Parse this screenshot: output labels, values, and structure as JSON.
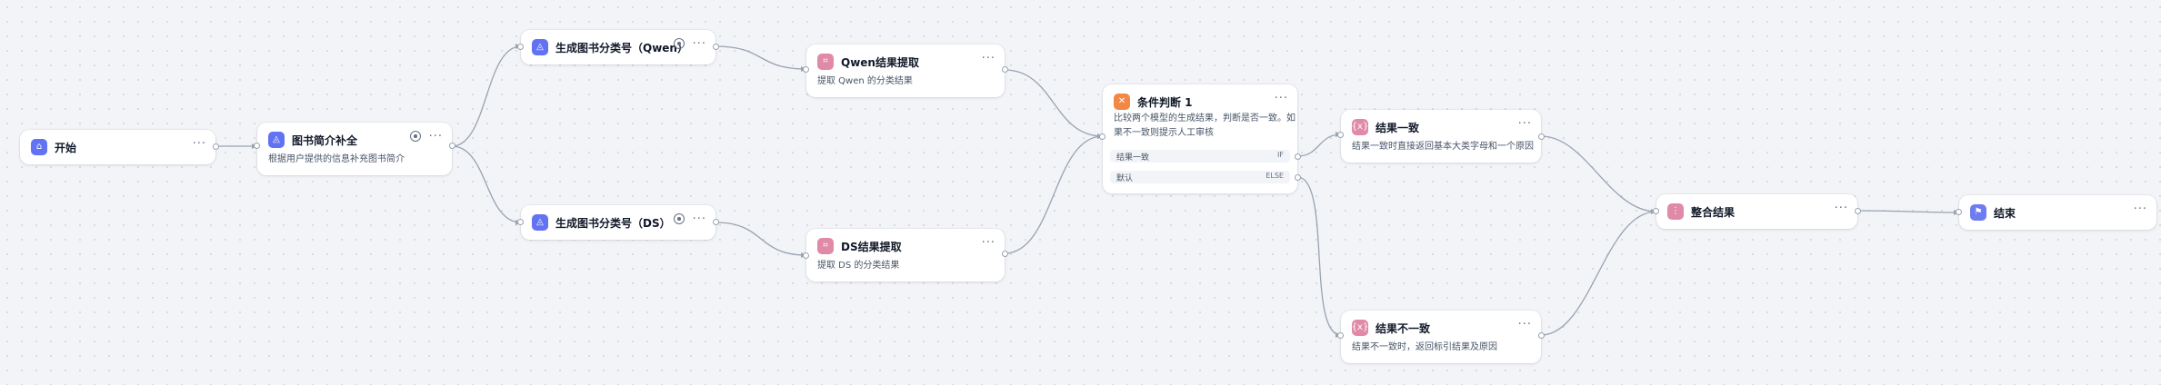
{
  "nodes": {
    "start": {
      "title": "开始",
      "icon": "home-icon"
    },
    "supplement": {
      "title": "图书简介补全",
      "desc": "根据用户提供的信息补充图书简介",
      "icon": "llm-icon"
    },
    "qwen_gen": {
      "title": "生成图书分类号（Qwen）",
      "icon": "llm-icon"
    },
    "ds_gen": {
      "title": "生成图书分类号（DS）",
      "icon": "llm-icon"
    },
    "qwen_extract": {
      "title": "Qwen结果提取",
      "desc": "提取 Qwen 的分类结果",
      "icon": "code-icon"
    },
    "ds_extract": {
      "title": "DS结果提取",
      "desc": "提取 DS 的分类结果",
      "icon": "code-icon"
    },
    "condition": {
      "title": "条件判断 1",
      "desc_line1": "比较两个模型的生成结果，判断是否一致。如",
      "desc_line2": "果不一致则提示人工审核",
      "case_if_label": "结果一致",
      "case_if_tag": "IF",
      "case_else_label": "默认",
      "case_else_tag": "ELSE",
      "icon": "branch-icon"
    },
    "match": {
      "title": "结果一致",
      "desc": "结果一致时直接返回基本大类字母和一个原因",
      "icon": "template-icon"
    },
    "mismatch": {
      "title": "结果不一致",
      "desc": "结果不一致时，返回标引结果及原因",
      "icon": "template-icon"
    },
    "merge": {
      "title": "整合结果",
      "icon": "aggregator-icon"
    },
    "end": {
      "title": "结束",
      "icon": "flag-icon"
    }
  },
  "colors": {
    "llm": "#6172f3",
    "code": "#e08aa8",
    "branch": "#f38744",
    "edge": "#98a2b3"
  }
}
